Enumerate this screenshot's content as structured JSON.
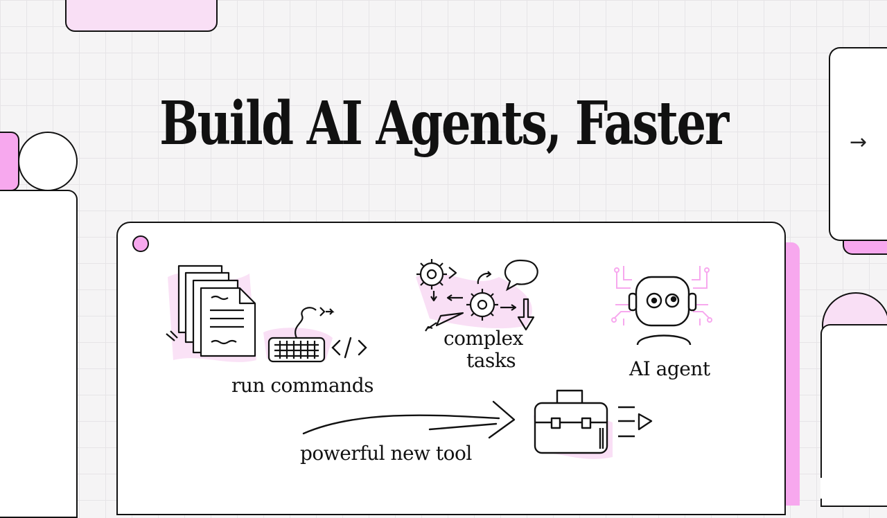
{
  "title": "Build AI Agents, Faster",
  "labels": {
    "run_commands": "run commands",
    "complex_tasks_1": "complex",
    "complex_tasks_2": "tasks",
    "ai_agent": "AI agent",
    "powerful_new_tool": "powerful new tool"
  },
  "nav": {
    "next_arrow": "→"
  },
  "icons": {
    "documents": "documents-icon",
    "keyboard": "keyboard-icon",
    "code": "code-brackets-icon",
    "gears": "gears-icon",
    "speech": "speech-bubble-icon",
    "robot": "robot-icon",
    "toolbox": "toolbox-icon",
    "arrow": "long-arrow-icon"
  },
  "colors": {
    "accent": "#f7a8ee",
    "accent_light": "#f9dff5",
    "ink": "#111111",
    "card": "#ffffff",
    "grid_bg": "#f5f4f5"
  }
}
